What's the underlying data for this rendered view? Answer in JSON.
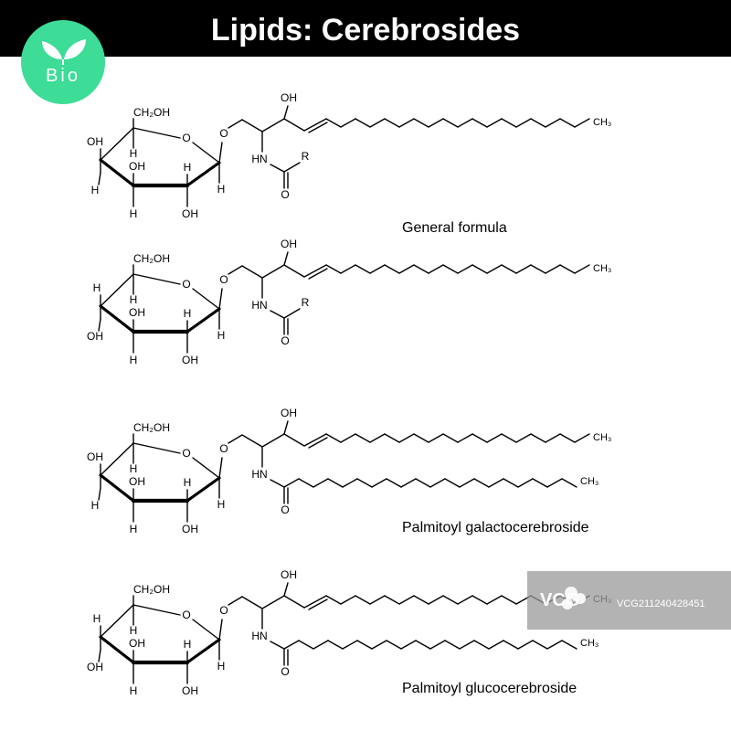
{
  "header": {
    "title": "Lipids: Cerebrosides"
  },
  "logo": {
    "text": "Bio",
    "icon": "leaf-icon",
    "color": "#3ddc97"
  },
  "colors": {
    "background": "#ffffff",
    "header": "#000000",
    "ink": "#000000"
  },
  "atoms": {
    "hydroxymethyl": "CH₂OH",
    "hydroxyl": "OH",
    "hydrogen": "H",
    "ring_oxygen": "O",
    "glycosidic_oxygen": "O",
    "hydroxyl_right": "OH",
    "amide_nh": "HN",
    "carbonyl_oxygen": "O",
    "r_group": "R",
    "methyl": "CH₃"
  },
  "structures": [
    {
      "caption": "General formula",
      "sugar": "galactose",
      "acyl": "R"
    },
    {
      "caption": "",
      "sugar": "glucose",
      "acyl": "R"
    },
    {
      "caption": "Palmitoyl galactocerebroside",
      "sugar": "galactose",
      "acyl": "palmitoyl"
    },
    {
      "caption": "Palmitoyl glucocerebroside",
      "sugar": "glucose",
      "acyl": "palmitoyl"
    }
  ],
  "watermark": {
    "brand": "VCG",
    "id": "VCG211240428451"
  }
}
